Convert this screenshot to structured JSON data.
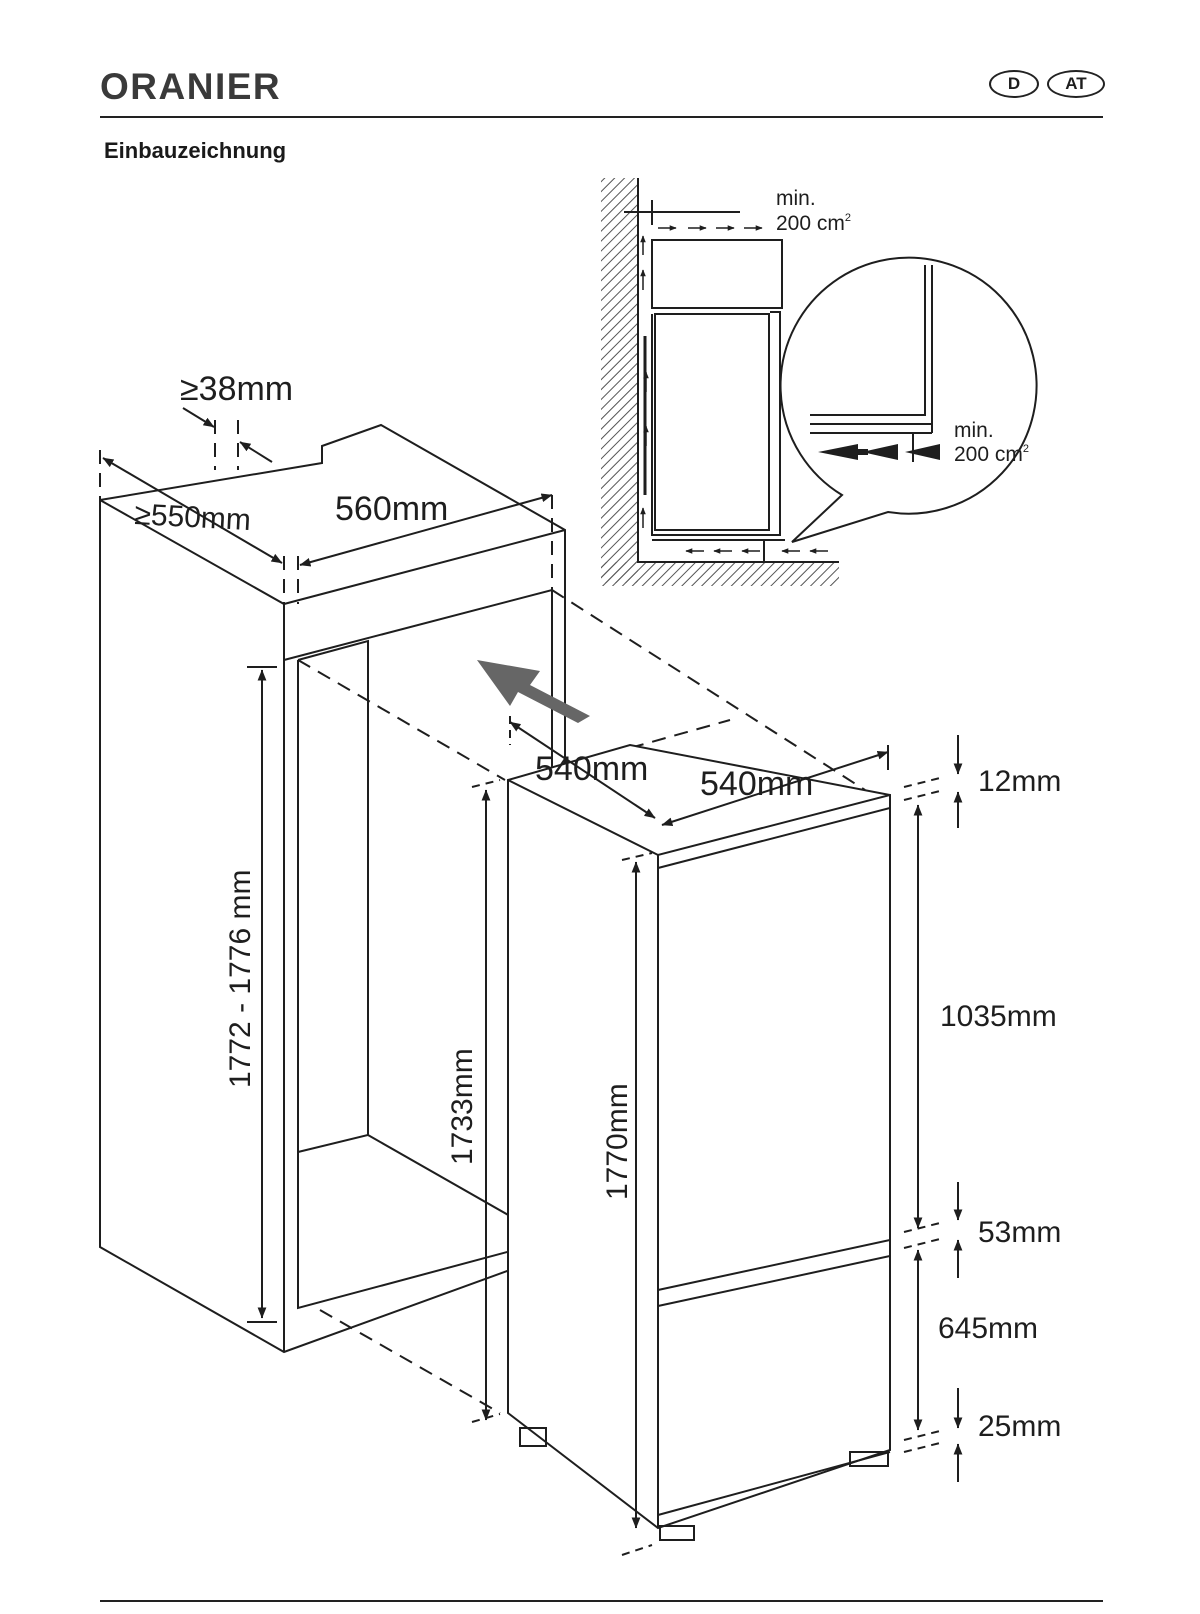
{
  "header": {
    "brand": "ORANIER",
    "country_badges": [
      "D",
      "AT"
    ]
  },
  "section_title": "Einbauzeichnung",
  "ventilation": {
    "top_label_min": "min.",
    "top_label_area": "200 cm",
    "bottom_label_min": "min.",
    "bottom_label_area": "200 cm",
    "superscript": "2"
  },
  "niche_dimensions": {
    "clearance": "≥38mm",
    "depth": "≥550mm",
    "width": "560mm",
    "height": "1772 - 1776 mm"
  },
  "appliance_dimensions": {
    "depth": "540mm",
    "width": "540mm",
    "total_height": "1770mm",
    "side_height": "1733mm"
  },
  "door_dimensions": {
    "top_gap": "12mm",
    "upper_door": "1035mm",
    "middle_gap": "53mm",
    "lower_door": "645mm",
    "bottom_gap": "25mm"
  },
  "colors": {
    "line": "#1e1e1e",
    "arrow_fill": "#666666",
    "hatch": "#555555"
  }
}
